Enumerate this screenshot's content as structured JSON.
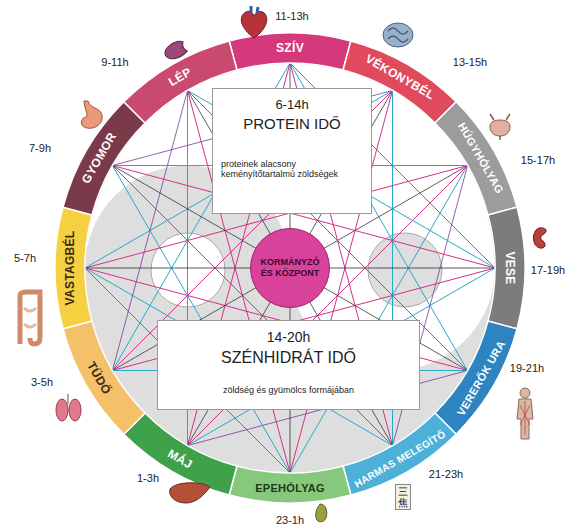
{
  "diagram": {
    "nodes": [
      {
        "text": [
          "SZÍV"
        ]
      },
      {
        "text": [
          "VÉKONYBÉL"
        ]
      },
      {
        "text": [
          "HÚGYHÓLYAG"
        ]
      },
      {
        "text": [
          "VESE"
        ]
      },
      {
        "text": [
          "VERERŐK URA"
        ]
      },
      {
        "text": [
          "HARMAS MELEGÍTŐ"
        ]
      },
      {
        "text": [
          "EPEHÓLYAG"
        ]
      },
      {
        "text": [
          "MÁJ"
        ]
      },
      {
        "text": [
          "TÜDŐ"
        ]
      },
      {
        "text": [
          "VASTAGBÉL"
        ]
      },
      {
        "text": [
          "GYOMOR"
        ]
      },
      {
        "text": [
          "LÉP"
        ]
      },
      {
        "text": [
          "6-14h",
          "PROTEIN IDŐ",
          "proteinek alacsony keményítőtartalmú zöldségek"
        ]
      },
      {
        "text": [
          "KORMÁNYZÓ ÉS KÖZPONT"
        ]
      },
      {
        "text": [
          "14-20h",
          "SZÉNHIDRÁT IDŐ",
          "zöldség és gyümölcs formájában"
        ]
      }
    ],
    "labels": [
      "11-13h",
      "13-15h",
      "15-17h",
      "17-19h",
      "19-21h",
      "21-23h",
      "23-1h",
      "1-3h",
      "3-5h",
      "5-7h",
      "7-9h",
      "9-11h",
      "三焦"
    ]
  }
}
